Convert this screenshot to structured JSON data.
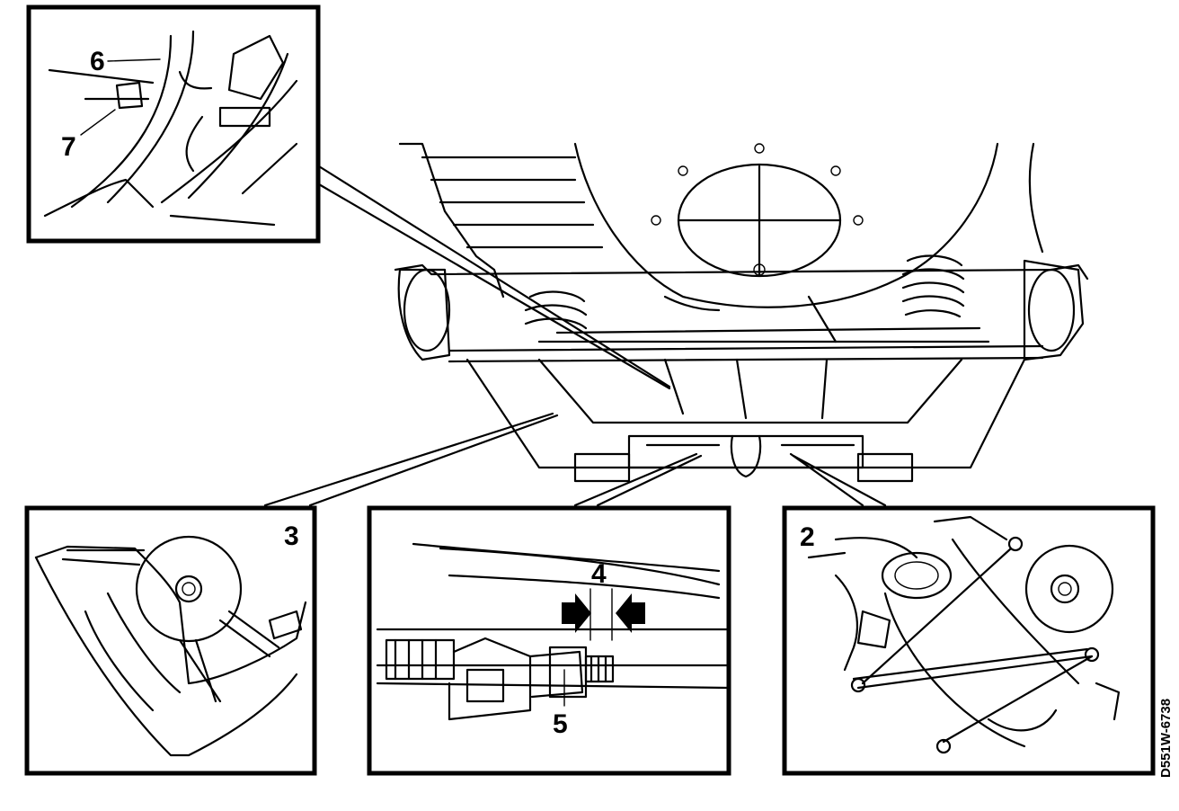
{
  "callouts": {
    "c2": "2",
    "c3": "3",
    "c4": "4",
    "c5": "5",
    "c6": "6",
    "c7": "7"
  },
  "figure_code": "D551W-6738"
}
